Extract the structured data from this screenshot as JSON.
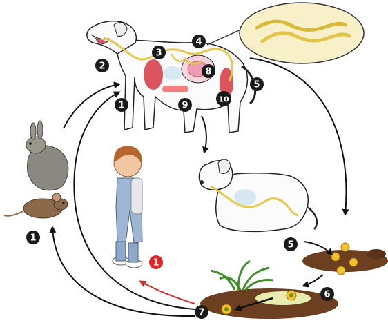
{
  "diagram": {
    "stage_labels": {
      "s1_top": "1",
      "s1_left": "1",
      "s1_red": "1",
      "s2": "2",
      "s3": "3",
      "s4": "4",
      "s5_top": "5",
      "s5_bottom": "5",
      "s6": "6",
      "s7": "7",
      "s8": "8",
      "s9": "9",
      "s10": "10"
    },
    "colors": {
      "badge_dark": "#1a1a1a",
      "badge_red": "#e0262b",
      "arrow": "#111111",
      "arrow_red": "#e0262b",
      "worm": "#e8c84a",
      "soil": "#6b3f1f",
      "egg": "#f2c12e",
      "organ_red": "#d8414b"
    }
  }
}
